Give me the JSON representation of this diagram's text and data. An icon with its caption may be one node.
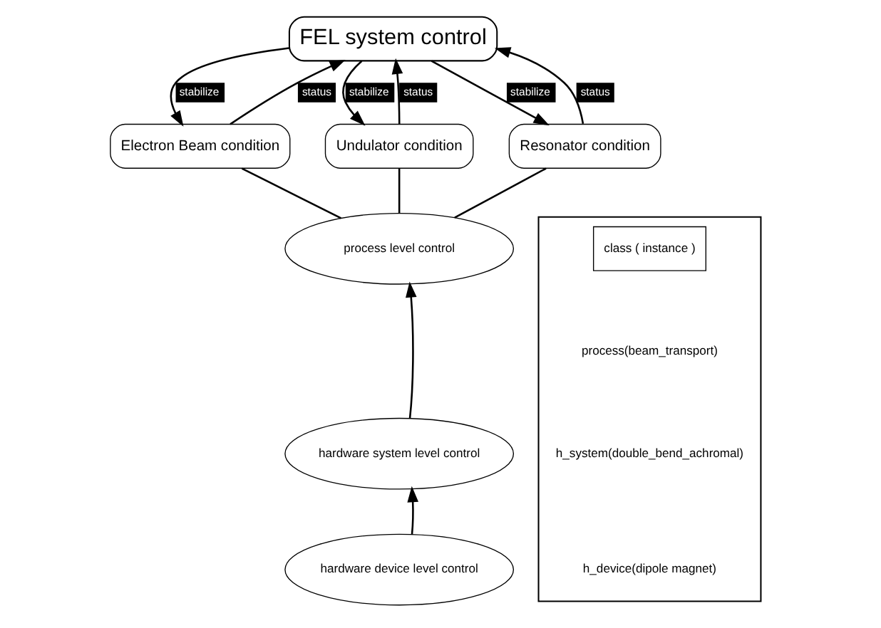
{
  "diagram": {
    "nodes": [
      {
        "text": [
          "FEL system control"
        ]
      },
      {
        "text": [
          "Electron Beam condition"
        ]
      },
      {
        "text": [
          "Undulator condition"
        ]
      },
      {
        "text": [
          "Resonator condition"
        ]
      },
      {
        "text": [
          "process level control"
        ]
      },
      {
        "text": [
          "hardware system level control"
        ]
      },
      {
        "text": [
          "hardware device level control"
        ]
      },
      {
        "text": [],
        "shape": "box"
      },
      {
        "text": [
          "class ( instance )"
        ],
        "in": 7
      }
    ],
    "edges": [
      {
        "from": 0,
        "to": 1,
        "arrow": "to",
        "label": "stabilize"
      },
      {
        "from": 1,
        "to": 0,
        "arrow": "to",
        "label": "status"
      },
      {
        "from": 0,
        "to": 2,
        "arrow": "to",
        "label": "stabilize"
      },
      {
        "from": 2,
        "to": 0,
        "arrow": "to",
        "label": "status"
      },
      {
        "from": 0,
        "to": 3,
        "arrow": "to",
        "label": "stabilize"
      },
      {
        "from": 3,
        "to": 0,
        "arrow": "to",
        "label": "status"
      },
      {
        "from": 1,
        "to": 4,
        "arrow": "none"
      },
      {
        "from": 2,
        "to": 4,
        "arrow": "none"
      },
      {
        "from": 3,
        "to": 4,
        "arrow": "none"
      },
      {
        "from": 5,
        "to": 4,
        "arrow": "to"
      },
      {
        "from": 6,
        "to": 5,
        "arrow": "to"
      }
    ],
    "labels": [
      "process(beam_transport)",
      "h_system(double_bend_achromal)",
      "h_device(dipole magnet)"
    ]
  }
}
